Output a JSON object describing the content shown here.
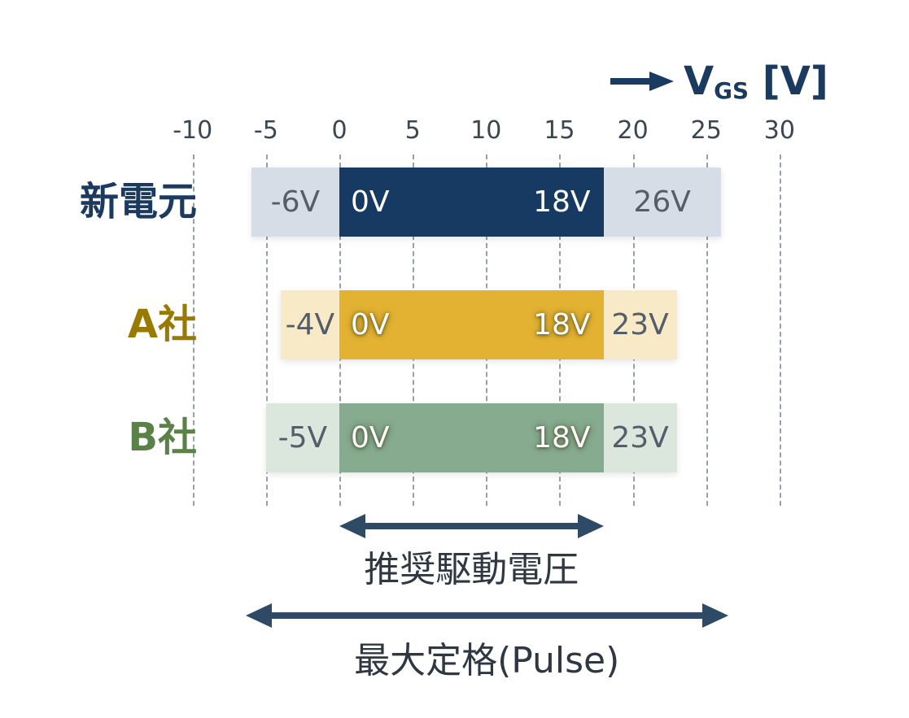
{
  "page": {
    "background": "#ffffff"
  },
  "axis": {
    "title_main": "V",
    "title_sub": "GS",
    "title_unit": " [V]",
    "title_color": "#1b3a5f",
    "ticks": [
      "-10",
      "-5",
      "0",
      "5",
      "10",
      "15",
      "20",
      "25",
      "30"
    ]
  },
  "rows": [
    {
      "key": "shindengen",
      "label": "新電元",
      "label_color": "#1b3a5f",
      "outer": {
        "min": -6,
        "max": 26,
        "color": "#d7dde6"
      },
      "inner": {
        "min": 0,
        "max": 18,
        "color": "#173a63"
      },
      "labels": {
        "outer_min": "-6V",
        "inner_min": "0V",
        "inner_max": "18V",
        "outer_max": "26V"
      },
      "inner_label_glow": false
    },
    {
      "key": "company-a",
      "label": "A社",
      "label_color": "#997a00",
      "outer": {
        "min": -4,
        "max": 23,
        "color": "#f9eac7"
      },
      "inner": {
        "min": 0,
        "max": 18,
        "color": "#e3b232"
      },
      "labels": {
        "outer_min": "-4V",
        "inner_min": "0V",
        "inner_max": "18V",
        "outer_max": "23V"
      },
      "inner_label_glow": true
    },
    {
      "key": "company-b",
      "label": "B社",
      "label_color": "#5a8147",
      "outer": {
        "min": -5,
        "max": 23,
        "color": "#dbe7dd"
      },
      "inner": {
        "min": 0,
        "max": 18,
        "color": "#87ab8f"
      },
      "labels": {
        "outer_min": "-5V",
        "inner_min": "0V",
        "inner_max": "18V",
        "outer_max": "23V"
      },
      "inner_label_glow": true
    }
  ],
  "annotations": [
    {
      "key": "recommended-drive-voltage",
      "label": "推奨駆動電圧",
      "from": 0,
      "to": 18
    },
    {
      "key": "max-rating-pulse",
      "label": "最大定格(Pulse)",
      "from": -6.4,
      "to": 26.5
    }
  ],
  "colors": {
    "arrow": "#2e4a66",
    "tick_text": "#3c4650",
    "outer_label_text": "#545e6a",
    "annotation_text": "#2f3743",
    "gridline": "#98a0aa"
  },
  "chart_data": {
    "type": "bar",
    "subtype": "horizontal-range-comparison",
    "title": "",
    "xlabel": "VGS [V]",
    "x_ticks": [
      -10,
      -5,
      0,
      5,
      10,
      15,
      20,
      25,
      30
    ],
    "xlim": [
      -12,
      32
    ],
    "grid": "vertical-dashed",
    "series": [
      {
        "name": "新電元",
        "max_rating_range_v": [
          -6,
          26
        ],
        "recommended_range_v": [
          0,
          18
        ]
      },
      {
        "name": "A社",
        "max_rating_range_v": [
          -4,
          23
        ],
        "recommended_range_v": [
          0,
          18
        ]
      },
      {
        "name": "B社",
        "max_rating_range_v": [
          -5,
          23
        ],
        "recommended_range_v": [
          0,
          18
        ]
      }
    ],
    "annotations": [
      {
        "text": "推奨駆動電圧",
        "range_v": [
          0,
          18
        ]
      },
      {
        "text": "最大定格(Pulse)",
        "range_v": [
          -6,
          26
        ]
      }
    ]
  }
}
